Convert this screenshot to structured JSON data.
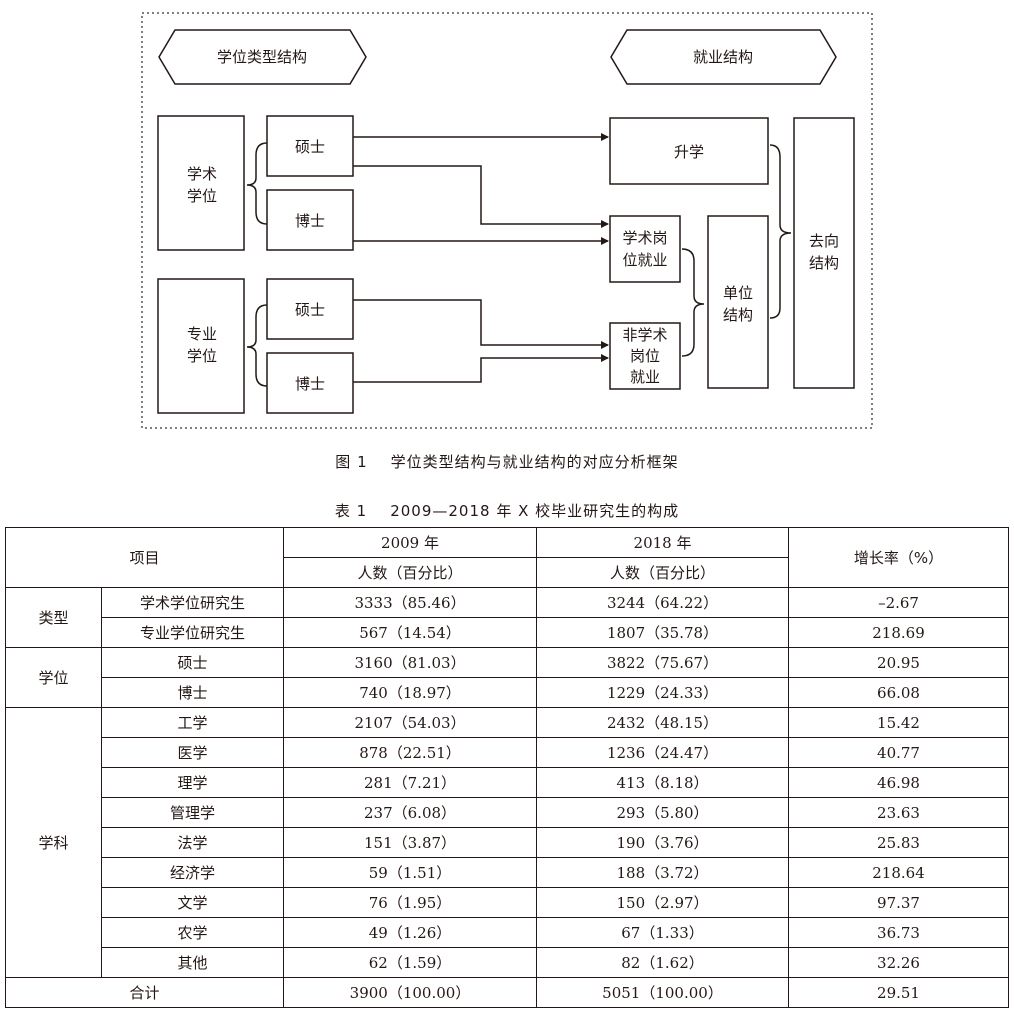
{
  "figure": {
    "hex_left": "学位类型结构",
    "hex_right": "就业结构",
    "academic_degree": [
      "学术",
      "学位"
    ],
    "professional_degree": [
      "专业",
      "学位"
    ],
    "master_1": "硕士",
    "doctor_1": "博士",
    "master_2": "硕士",
    "doctor_2": "博士",
    "further_study": "升学",
    "academic_job": [
      "学术岗",
      "位就业"
    ],
    "nonacademic_job": [
      "非学术",
      "岗位",
      "就业"
    ],
    "unit_structure": [
      "单位",
      "结构"
    ],
    "destination_structure": [
      "去向",
      "结构"
    ],
    "caption": "图 1    学位类型结构与就业结构的对应分析框架"
  },
  "table": {
    "caption": "表 1    2009—2018 年 X 校毕业研究生的构成",
    "header": {
      "item": "项目",
      "y2009": "2009 年",
      "y2018": "2018 年",
      "sub": "人数（百分比）",
      "growth": "增长率（%）"
    },
    "groups": [
      {
        "label": "类型",
        "rows": [
          [
            "学术学位研究生",
            "3333（85.46）",
            "3244（64.22）",
            "–2.67"
          ],
          [
            "专业学位研究生",
            "567（14.54）",
            "1807（35.78）",
            "218.69"
          ]
        ]
      },
      {
        "label": "学位",
        "rows": [
          [
            "硕士",
            "3160（81.03）",
            "3822（75.67）",
            "20.95"
          ],
          [
            "博士",
            "740（18.97）",
            "1229（24.33）",
            "66.08"
          ]
        ]
      },
      {
        "label": "学科",
        "rows": [
          [
            "工学",
            "2107（54.03）",
            "2432（48.15）",
            "15.42"
          ],
          [
            "医学",
            "878（22.51）",
            "1236（24.47）",
            "40.77"
          ],
          [
            "理学",
            "281（7.21）",
            "413（8.18）",
            "46.98"
          ],
          [
            "管理学",
            "237（6.08）",
            "293（5.80）",
            "23.63"
          ],
          [
            "法学",
            "151（3.87）",
            "190（3.76）",
            "25.83"
          ],
          [
            "经济学",
            "59（1.51）",
            "188（3.72）",
            "218.64"
          ],
          [
            "文学",
            "76（1.95）",
            "150（2.97）",
            "97.37"
          ],
          [
            "农学",
            "49（1.26）",
            "67（1.33）",
            "36.73"
          ],
          [
            "其他",
            "62（1.59）",
            "82（1.62）",
            "32.26"
          ]
        ]
      }
    ],
    "total": [
      "合计",
      "3900（100.00）",
      "5051（100.00）",
      "29.51"
    ]
  }
}
